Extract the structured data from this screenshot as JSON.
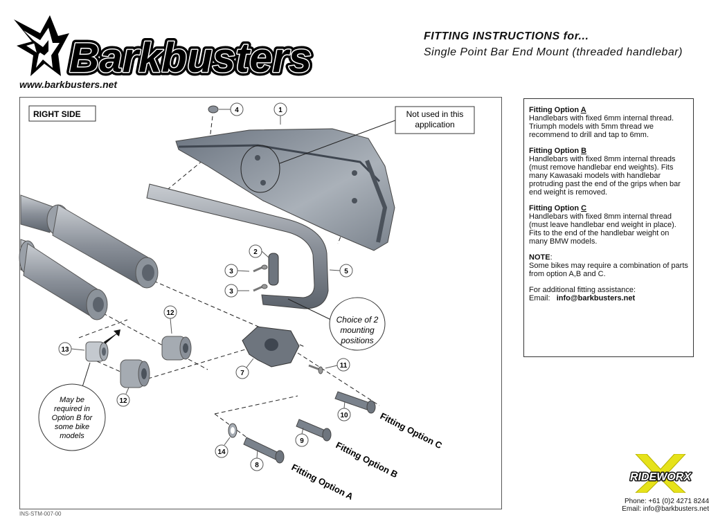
{
  "brand": {
    "name": "Barkbusters",
    "url": "www.barkbusters.net"
  },
  "header": {
    "title": "FITTING INSTRUCTIONS for...",
    "subtitle": "Single Point Bar End Mount (threaded handlebar)"
  },
  "diagram": {
    "side_label": "RIGHT SIDE",
    "not_used_line1": "Not used in this",
    "not_used_line2": "application",
    "choice_line1": "Choice of 2",
    "choice_line2": "mounting",
    "choice_line3": "positions",
    "maybe_line1": "May be",
    "maybe_line2": "required in",
    "maybe_line3": "Option B for",
    "maybe_line4": "some bike",
    "maybe_line5": "models",
    "callouts": [
      "1",
      "2",
      "3",
      "3",
      "4",
      "5",
      "7",
      "8",
      "9",
      "10",
      "11",
      "12",
      "12",
      "13",
      "14"
    ],
    "fitting_a": "Fitting Option A",
    "fitting_b": "Fitting Option B",
    "fitting_c": "Fitting Option C"
  },
  "notes": {
    "a_title_prefix": "Fitting Option ",
    "a_letter": "A",
    "a_text": "Handlebars with fixed 6mm internal thread. Triumph models with 5mm thread we recommend to drill and tap to 6mm.",
    "b_title_prefix": "Fitting Option ",
    "b_letter": "B",
    "b_text": "Handlebars with fixed 8mm internal threads (must remove handlebar end weights). Fits many Kawasaki models with handlebar protruding past the end of the grips when bar end weight is removed.",
    "c_title_prefix": "Fitting Option ",
    "c_letter": "C",
    "c_text": "Handlebars with fixed 8mm internal thread (must leave handlebar end weight in place). Fits to the end of the handlebar weight on many BMW models.",
    "note_title": "NOTE",
    "note_colon": ":",
    "note_text": "Some bikes may require a combination of parts from option A,B and C.",
    "assist_text": "For additional fitting assistance:",
    "email_label": "Email:",
    "email_value": "info@barkbusters.net"
  },
  "footer": {
    "partner_logo": "RIDEWORX",
    "phone": "Phone: +61 (0)2 4271 8244",
    "email": "Email:  info@barkbusters.net",
    "drawing_code": "INS-STM-007-00"
  },
  "colors": {
    "part_fill": "#8a9099",
    "part_dark": "#5c636c",
    "part_light": "#c4c9cf",
    "rideworx_yellow": "#e6e21a"
  }
}
